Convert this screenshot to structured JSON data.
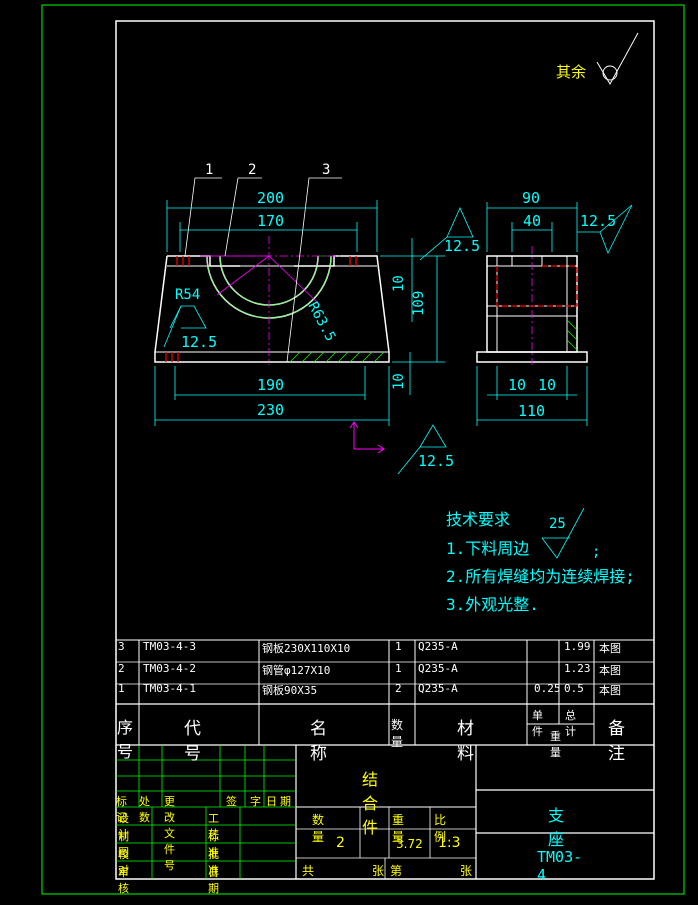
{
  "surface_finish": {
    "label": "其余"
  },
  "front_view": {
    "leaders": [
      "1",
      "2",
      "3"
    ],
    "dims": {
      "top_outer": "200",
      "top_inner": "170",
      "bottom_inner": "190",
      "bottom_outer": "230",
      "height_total": "109",
      "height_top": "10",
      "height_bottom": "10",
      "radius_outer": "R54",
      "radius_inner": "R63.5"
    },
    "roughness": [
      "12.5",
      "12.5",
      "12.5"
    ]
  },
  "side_view": {
    "dims": {
      "top_outer": "90",
      "top_inner": "40",
      "bottom_inner_a": "10",
      "bottom_inner_b": "10",
      "bottom_outer": "110"
    },
    "roughness": "12.5"
  },
  "tech_requirements": {
    "title": "技术要求",
    "items": [
      "1.下料周边",
      "2.所有焊缝均为连续焊接;",
      "3.外观光整."
    ],
    "weld_symbol": "25"
  },
  "bom": {
    "rows": [
      {
        "no": "3",
        "code": "TM03-4-3",
        "name": "钢板230X110X10",
        "qty": "1",
        "material": "Q235-A",
        "unit": "",
        "total": "1.99",
        "note": "本图"
      },
      {
        "no": "2",
        "code": "TM03-4-2",
        "name": "钢管φ127X10",
        "qty": "1",
        "material": "Q235-A",
        "unit": "",
        "total": "1.23",
        "note": "本图"
      },
      {
        "no": "1",
        "code": "TM03-4-1",
        "name": "钢板90X35",
        "qty": "2",
        "material": "Q235-A",
        "unit": "0.25",
        "total": "0.5",
        "note": "本图"
      }
    ],
    "headers": {
      "no": "序号",
      "code": "代号",
      "name": "名称",
      "qty": "数量",
      "material": "材料",
      "unit": "单件",
      "total": "总计",
      "weight": "重量",
      "note": "备注"
    }
  },
  "title_block": {
    "assembly_type": "结合件",
    "revision_headers": [
      "标记",
      "处数",
      "更改文件号",
      "签",
      "字",
      "日",
      "期"
    ],
    "roles": [
      "设计",
      "制图",
      "校对",
      "审核"
    ],
    "roles2": [
      "工艺",
      "标准",
      "批准",
      "日期"
    ],
    "qty_label": "数  量",
    "weight_label": "重量",
    "scale_label": "比例",
    "qty": "2",
    "weight": "3.72",
    "scale": "1:3",
    "sheets_total_label": "共",
    "sheets_label": "张",
    "sheet_no_label": "第",
    "sheet_label": "张",
    "part_name": "支座",
    "drawing_no": "TM03-4"
  }
}
